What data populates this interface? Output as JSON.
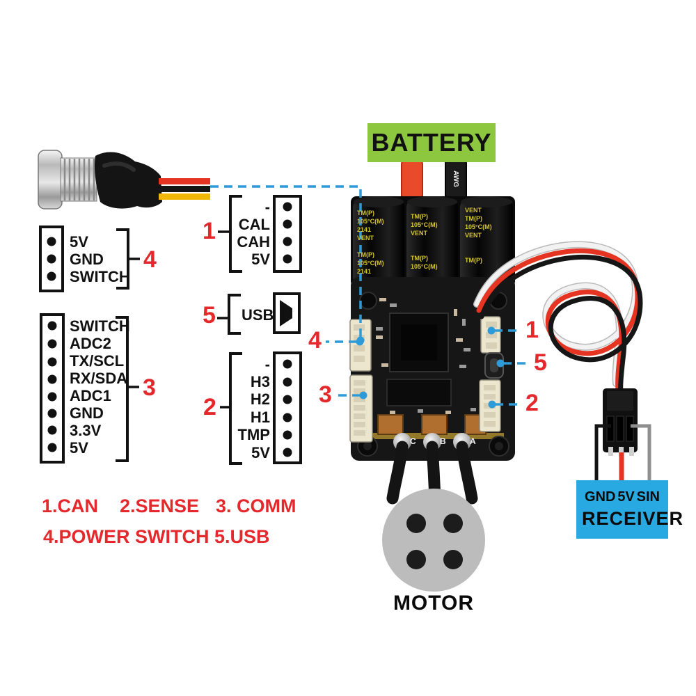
{
  "labels": {
    "battery": "BATTERY",
    "motor": "MOTOR"
  },
  "receiver": {
    "name": "RECEIVER",
    "pins": [
      "GND",
      "5V",
      "SIN"
    ]
  },
  "connectors": {
    "can": {
      "number": "1",
      "pins": [
        "-",
        "CAL",
        "CAH",
        "5V"
      ]
    },
    "sense": {
      "number": "2",
      "pins": [
        "-",
        "H3",
        "H2",
        "H1",
        "TMP",
        "5V"
      ]
    },
    "comm": {
      "number": "3",
      "pins": [
        "SWITCH",
        "ADC2",
        "TX/SCL",
        "RX/SDA",
        "ADC1",
        "GND",
        "3.3V",
        "5V"
      ]
    },
    "power_switch": {
      "number": "4",
      "pins": [
        "5V",
        "GND",
        "SWITCH"
      ]
    },
    "usb": {
      "number": "5",
      "label": "USB"
    }
  },
  "board": {
    "phase_labels": [
      "C",
      "B",
      "A"
    ],
    "capacitor_text": [
      "TM(P)",
      "105°C(M)",
      "2141",
      "VENT"
    ],
    "battery_wire_text": "AWG"
  },
  "legend": {
    "items": [
      "1.CAN",
      "2.SENSE",
      "3. COMM",
      "4.POWER SWITCH",
      "5.USB"
    ]
  },
  "colors": {
    "accent_red": "#e4282b",
    "pointer_blue": "#2e9bd9",
    "battery_green": "#8dc63f",
    "receiver_blue": "#29a9e1",
    "wire_red": "#e53421",
    "wire_yellow": "#f2b705",
    "motor_gray": "#bcbcbc"
  }
}
